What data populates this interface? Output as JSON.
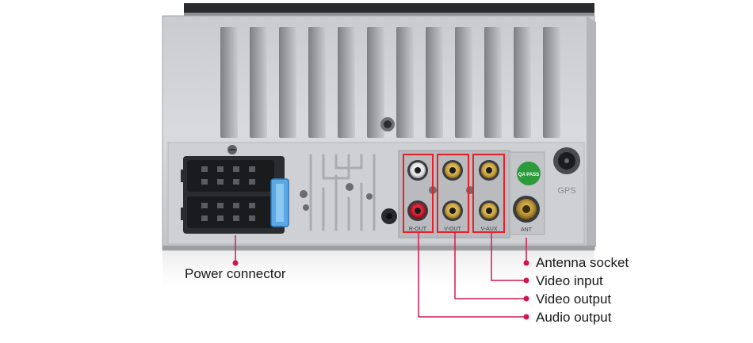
{
  "callouts": {
    "power_connector": "Power connector",
    "antenna_socket": "Antenna socket",
    "video_input": "Video input",
    "video_output": "Video output",
    "audio_output": "Audio output"
  },
  "panel_labels": {
    "r_out": "R-OUT",
    "v_out": "V-OUT",
    "v_aux": "V-AUX",
    "ant": "ANT",
    "gps": "GPS",
    "qc_badge": "QA PASS"
  },
  "colors": {
    "callout_line": "#d21a52",
    "callout_dot": "#d0144c",
    "highlight_box": "#e8202a",
    "rca_red": "#c8182a",
    "rca_gold": "#d8b64a",
    "qc_badge": "#2c9b3c"
  }
}
